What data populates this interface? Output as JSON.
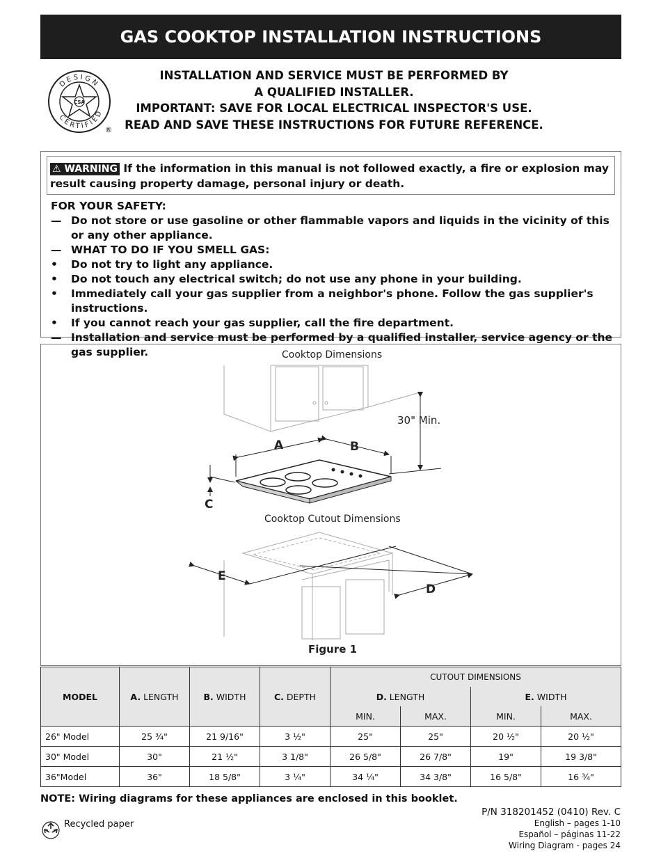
{
  "title": "GAS COOKTOP INSTALLATION INSTRUCTIONS",
  "seal": {
    "top_text": "DESIGN",
    "bottom_text": "CERTIFIED",
    "center": "CSA",
    "registered": "®"
  },
  "header_lines": [
    "INSTALLATION AND SERVICE MUST BE PERFORMED BY",
    "A QUALIFIED INSTALLER.",
    "IMPORTANT: SAVE FOR LOCAL ELECTRICAL INSPECTOR'S USE.",
    "READ AND SAVE THESE INSTRUCTIONS FOR FUTURE REFERENCE."
  ],
  "warning": {
    "badge": "WARNING",
    "text": "If the information in this manual is not followed exactly, a fire or explosion may result causing property damage, personal injury or death."
  },
  "safety": {
    "heading": "FOR YOUR SAFETY:",
    "items": [
      {
        "marker": "—",
        "text": "Do not store or use gasoline or other flammable vapors and liquids in the vicinity of this or any other appliance."
      },
      {
        "marker": "—",
        "text": "WHAT TO DO IF YOU SMELL GAS:"
      },
      {
        "marker": "•",
        "text": "Do not try to light any appliance."
      },
      {
        "marker": "•",
        "text": "Do not touch any electrical switch; do not use any phone in your building."
      },
      {
        "marker": "•",
        "text": "Immediately call your gas supplier from a neighbor's phone.  Follow the gas supplier's instructions."
      },
      {
        "marker": "•",
        "text": "If you cannot reach your gas supplier, call the fire department."
      },
      {
        "marker": "—",
        "text": "Installation and service must be performed by a qualified installer, service agency or the gas supplier."
      }
    ]
  },
  "figure": {
    "cooktop_title": "Cooktop Dimensions",
    "clearance": "30\" Min.",
    "label_a": "A",
    "label_b": "B",
    "label_c": "C",
    "cutout_title": "Cooktop Cutout Dimensions",
    "label_d": "D",
    "label_e": "E",
    "caption": "Figure 1"
  },
  "table": {
    "model_header": "MODEL",
    "col_a": {
      "letter": "A.",
      "word": "LENGTH"
    },
    "col_b": {
      "letter": "B.",
      "word": "WIDTH"
    },
    "col_c": {
      "letter": "C.",
      "word": "DEPTH"
    },
    "cutout_header": "CUTOUT DIMENSIONS",
    "col_d": {
      "letter": "D.",
      "word": "LENGTH"
    },
    "col_e": {
      "letter": "E.",
      "word": "WIDTH"
    },
    "min": "MIN.",
    "max": "MAX.",
    "rows": [
      {
        "model": "26\" Model",
        "a": "25 ¾\"",
        "b": "21 9/16\"",
        "c": "3 ½\"",
        "d_min": "25\"",
        "d_max": "25\"",
        "e_min": "20 ½\"",
        "e_max": "20 ½\""
      },
      {
        "model": "30\" Model",
        "a": "30\"",
        "b": "21 ½\"",
        "c": "3 1/8\"",
        "d_min": "26 5/8\"",
        "d_max": "26 7/8\"",
        "e_min": "19\"",
        "e_max": "19 3/8\""
      },
      {
        "model": "36\"Model",
        "a": "36\"",
        "b": "18 5/8\"",
        "c": "3 ¼\"",
        "d_min": "34 ¼\"",
        "d_max": "34 3/8\"",
        "e_min": "16 5/8\"",
        "e_max": "16 ¾\""
      }
    ]
  },
  "note": "NOTE: Wiring diagrams for these appliances are enclosed in this booklet.",
  "recycled": "Recycled paper",
  "part_number": "P/N 318201452 (0410) Rev. C",
  "pages": [
    "English – pages 1-10",
    "Español – páginas 11-22",
    "Wiring Diagram - pages  24"
  ]
}
